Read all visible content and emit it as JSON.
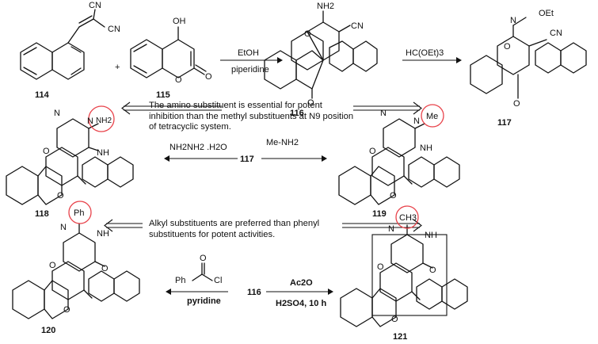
{
  "compounds": {
    "c114": {
      "number": "114",
      "substituents": [
        "CN",
        "CN"
      ]
    },
    "c115": {
      "number": "115",
      "substituents": [
        "OH",
        "O"
      ]
    },
    "c116": {
      "number": "116",
      "substituents": [
        "NH2",
        "CN",
        "O",
        "O"
      ]
    },
    "c117": {
      "number": "117",
      "substituents": [
        "N",
        "OEt",
        "CN",
        "O",
        "O"
      ]
    },
    "c118": {
      "number": "118",
      "substituents": [
        "N",
        "N",
        "NH2",
        "NH",
        "O",
        "O"
      ]
    },
    "c119": {
      "number": "119",
      "substituents": [
        "N",
        "N",
        "Me",
        "NH",
        "O",
        "O"
      ]
    },
    "c120": {
      "number": "120",
      "substituents": [
        "Ph",
        "N",
        "NH",
        "O",
        "O",
        "O"
      ]
    },
    "c121": {
      "number": "121",
      "substituents": [
        "CH3",
        "N",
        "NH",
        "O",
        "O",
        "O"
      ]
    }
  },
  "reactions": {
    "plus": "+",
    "r1": {
      "above": "EtOH",
      "below": "piperidine"
    },
    "r2": {
      "above": "HC(OEt)3"
    },
    "r3": {
      "center": "117",
      "left_above": "NH2NH2 .H2O",
      "right_above": "Me-NH2"
    },
    "r4": {
      "center": "116",
      "left_above": "Ph-C(=O)-Cl",
      "left_below": "pyridine",
      "right_above": "Ac2O",
      "right_below": "H2SO4, 10 h"
    }
  },
  "annotations": {
    "note1": {
      "line1": "The amino substituent is essential for potent",
      "line2": "inhibition than the methyl substituents at N9 position",
      "line3": "of tetracyclic system."
    },
    "note2": {
      "line1": "Alkyl substituents are preferred than phenyl",
      "line2": "substituents for potent activities."
    }
  },
  "highlight_color": "#e8424a"
}
